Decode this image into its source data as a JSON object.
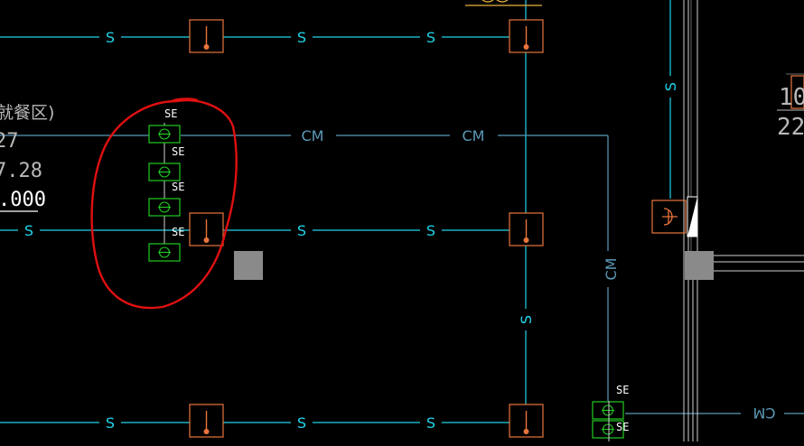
{
  "labels": {
    "s": "S",
    "cm": "CM",
    "se": "SE"
  },
  "left_notes": {
    "line1": "就餐区)",
    "line2": "27",
    "line3": "7.28",
    "line4": ".000"
  },
  "right_notes": {
    "line1": "10",
    "line2": "22"
  },
  "colors": {
    "background": "#000000",
    "s_line": "#22d3e8",
    "cm_line": "#5b9ab8",
    "device_box": "#e8743c",
    "se_symbol": "#22cc22",
    "highlight_circle": "#e01010",
    "grey_block": "#8a8a8a"
  }
}
